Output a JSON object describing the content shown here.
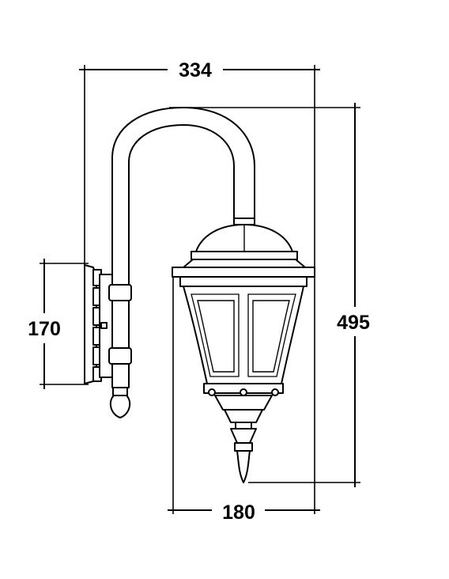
{
  "dimensions": {
    "width": "334",
    "height": "495",
    "mount_height": "170",
    "lantern_width": "180"
  },
  "colors": {
    "line": "#000000",
    "background": "#ffffff"
  }
}
